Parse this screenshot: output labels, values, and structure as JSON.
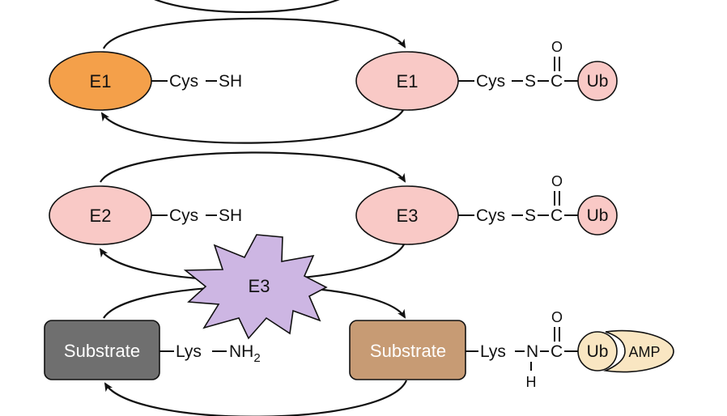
{
  "nodes": {
    "e1_free": {
      "label": "E1",
      "color": "#f4a04a"
    },
    "e1_charged": {
      "label": "E1",
      "color": "#f9c9c6"
    },
    "e2": {
      "label": "E2",
      "color": "#f9c9c6"
    },
    "e3_charged": {
      "label": "E3",
      "color": "#f9c9c6"
    },
    "e3_star": {
      "label": "E3",
      "color": "#cdb6e3"
    },
    "substrate_free": {
      "label": "Substrate",
      "color": "#6f6f6f"
    },
    "substrate_ub": {
      "label": "Substrate",
      "color": "#c79b74"
    }
  },
  "groups": {
    "cys": "Cys",
    "sh": "SH",
    "s": "S",
    "c": "C",
    "o": "O",
    "lys": "Lys",
    "nh": "NH",
    "nh_subscript": "2",
    "n": "N",
    "h": "H"
  },
  "tags": {
    "ub": {
      "label": "Ub",
      "color": "#f9c9c6"
    },
    "ub_amp": {
      "label": "Ub",
      "color": "#f9e6c2"
    },
    "amp": {
      "label": "AMP",
      "color": "#f9e6c2"
    }
  }
}
